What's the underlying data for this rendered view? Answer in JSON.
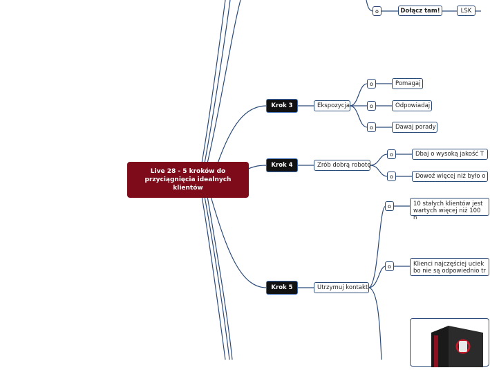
{
  "root": {
    "line1": "Live 28 - 5 kroków do",
    "line2": "przyciągnięcia idealnych",
    "line3": "klientów"
  },
  "top": {
    "o": "o",
    "join": "Dołącz tam!",
    "lsk": "LSK"
  },
  "krok3": {
    "label": "Krok 3",
    "topic": "Ekspozycja",
    "o": "o",
    "items": [
      "Pomagaj",
      "Odpowiadaj",
      "Dawaj porady"
    ]
  },
  "krok4": {
    "label": "Krok 4",
    "topic": "Zrób dobrą robotę",
    "o": "o",
    "items": [
      "Dbaj o wysoką jakość T",
      "Dowoź więcej niż było o"
    ]
  },
  "krok5": {
    "label": "Krok 5",
    "topic": "Utrzymuj kontakt",
    "o": "o",
    "item1": {
      "line1": "10 stałych klientów jest",
      "line2": "wartych więcej niż 100 n"
    },
    "item2": {
      "line1": "Klienci najczęściej uciek",
      "line2": "bo nie są odpowiednio tr"
    }
  },
  "colors": {
    "root": "#7d0b1a",
    "line": "#2a4a7a",
    "krok_bg": "#111111",
    "krok_border": "#3b6bb5"
  }
}
